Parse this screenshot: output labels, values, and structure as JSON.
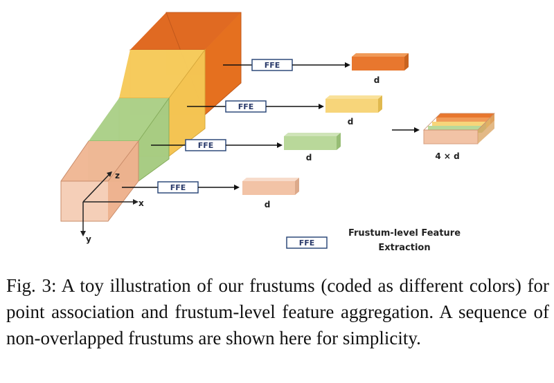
{
  "figure": {
    "ffe_label": "FFE",
    "feature_label": "d",
    "aggregated_label": "4 × d",
    "axis_labels": {
      "x": "x",
      "y": "y",
      "z": "z"
    },
    "legend": {
      "box_label": "FFE",
      "line1": "Frustum-level  Feature",
      "line2": "Extraction"
    },
    "colors": {
      "frustum_1": "#f2c3a6",
      "frustum_2": "#b9d89a",
      "frustum_3": "#f7d57a",
      "frustum_4": "#e8772e",
      "ffe_border": "#2f4a7a"
    }
  },
  "caption": "Fig. 3: A toy illustration of our frustums (coded as different colors) for point association and frustum-level feature aggregation. A sequence of non-overlapped frustums are shown here for simplicity."
}
